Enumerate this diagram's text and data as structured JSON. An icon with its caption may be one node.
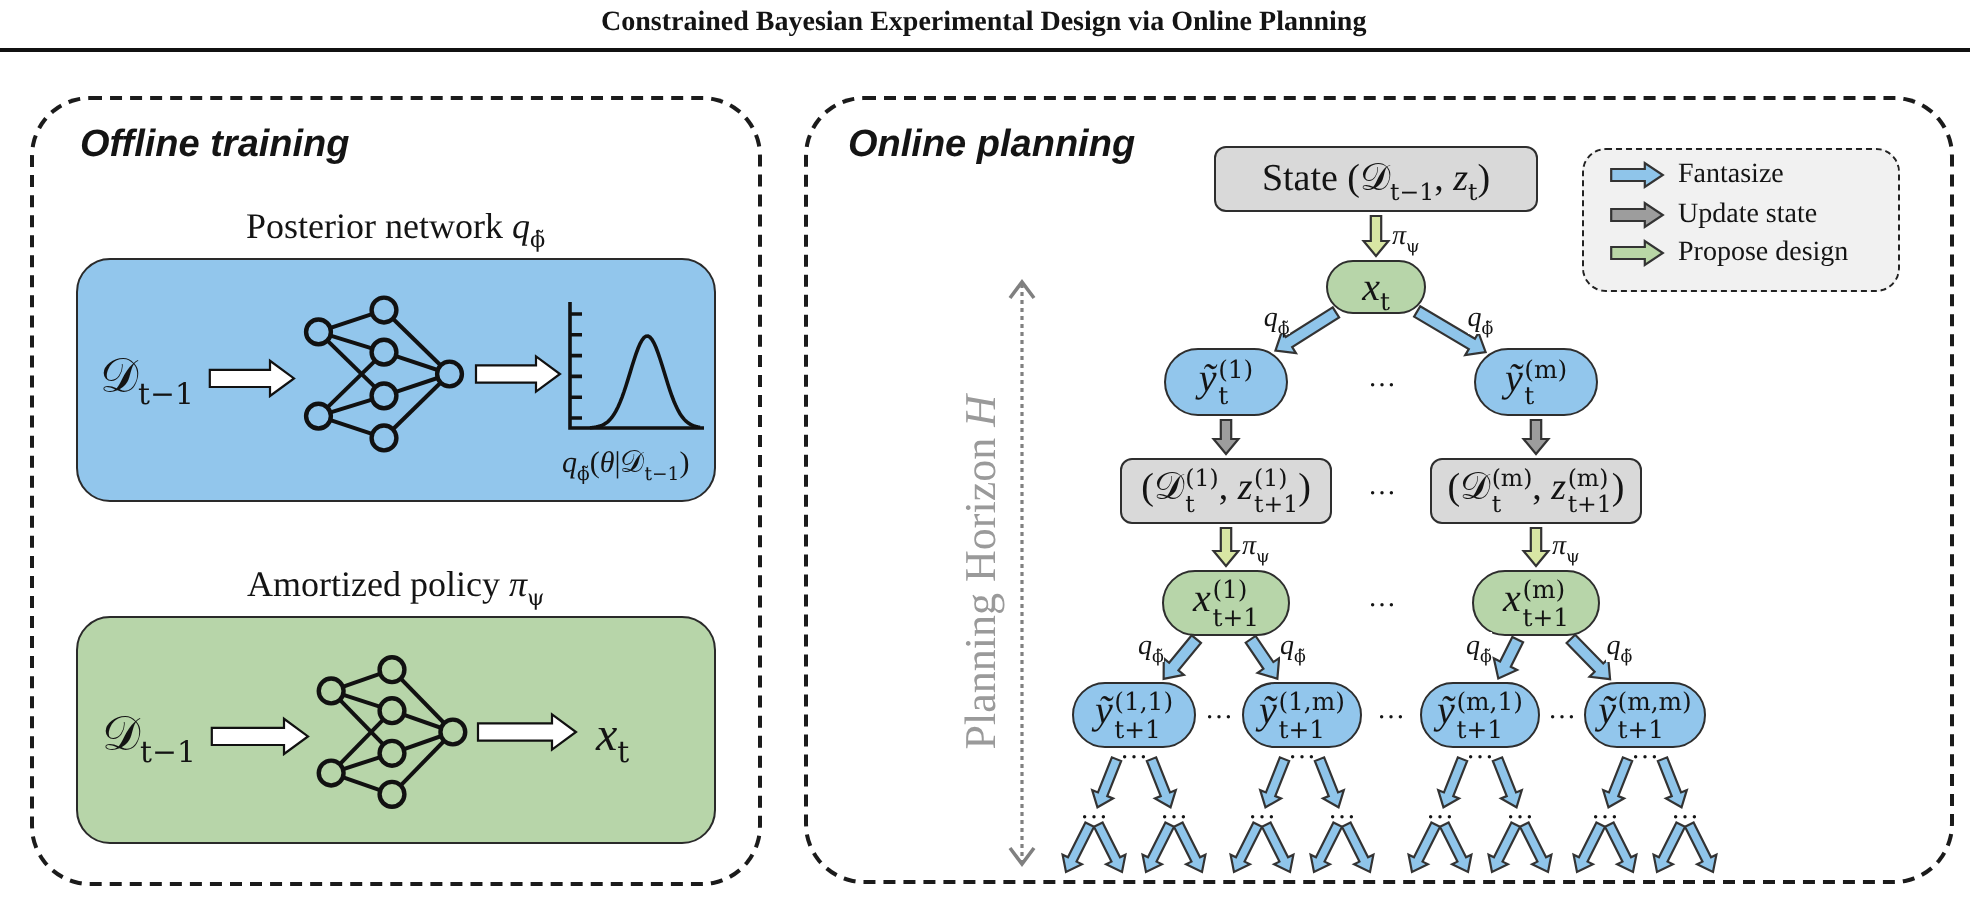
{
  "diagram": {
    "title": "Constrained Bayesian Experimental Design via Online Planning",
    "nodes": [
      {
        "text": [
          "Offline training"
        ]
      },
      {
        "text": [
          "Posterior network *q*$_{ϕ̃}$"
        ],
        "in": 0
      },
      {
        "text": [
          "𝒟$_{t−1}$"
        ],
        "in": 1
      },
      {
        "text": [],
        "shape": "picture",
        "in": 1
      },
      {
        "text": [],
        "shape": "picture",
        "in": 1,
        "beside": [
          "*q*$_{ϕ̃}$(*θ*|𝒟$_{t−1}$)"
        ]
      },
      {
        "text": [
          "Amortized policy *π*$_{ψ}$"
        ],
        "in": 0
      },
      {
        "text": [
          "𝒟$_{t−1}$"
        ],
        "in": 5
      },
      {
        "text": [],
        "shape": "picture",
        "in": 5
      },
      {
        "text": [
          "*x*$_{t}$"
        ],
        "in": 5
      },
      {
        "text": [
          "Online planning"
        ]
      },
      {
        "text": [
          "State (𝒟$_{t−1}$, *z*$_{t}$)"
        ],
        "in": 9
      },
      {
        "text": [
          "*x*$_{t}$"
        ],
        "in": 9
      },
      {
        "text": [
          "*ỹ*$_{t}$$^{(1)}$"
        ],
        "in": 9
      },
      {
        "text": [
          "*ỹ*$_{t}$$^{(m)}$"
        ],
        "in": 9
      },
      {
        "text": [
          "(𝒟$_{t}$$^{(1)}$, *z*$_{t+1}$$^{(1)}$)"
        ],
        "in": 9
      },
      {
        "text": [
          "(𝒟$_{t}$$^{(m)}$, *z*$_{t+1}$$^{(m)}$)"
        ],
        "in": 9
      },
      {
        "text": [
          "*x*$_{t+1}$$^{(1)}$"
        ],
        "in": 9
      },
      {
        "text": [
          "*x*$_{t+1}$$^{(m)}$"
        ],
        "in": 9
      },
      {
        "text": [
          "*ỹ*$_{t+1}$$^{(1,1)}$"
        ],
        "in": 9,
        "beside": [
          "…"
        ]
      },
      {
        "text": [
          "*ỹ*$_{t+1}$$^{(1,m)}$"
        ],
        "in": 9,
        "beside": [
          "…"
        ]
      },
      {
        "text": [
          "*ỹ*$_{t+1}$$^{(m,1)}$"
        ],
        "in": 9,
        "beside": [
          "…"
        ]
      },
      {
        "text": [
          "*ỹ*$_{t+1}$$^{(m,m)}$"
        ],
        "in": 9,
        "beside": [
          "…"
        ]
      },
      {
        "text": [
          "…"
        ],
        "in": 9
      },
      {
        "text": [
          "…"
        ],
        "in": 9
      },
      {
        "text": [
          "…"
        ],
        "in": 9
      },
      {
        "text": [
          "…"
        ],
        "in": 9
      },
      {
        "text": [
          "…"
        ],
        "in": 9
      },
      {
        "text": [
          "…"
        ],
        "in": 9
      },
      {
        "text": [
          "…"
        ],
        "in": 9
      },
      {
        "text": [
          "…"
        ],
        "in": 9
      }
    ],
    "edges": [
      {
        "from": 2,
        "to": 3,
        "arrow": "to",
        "color": "#ffffff"
      },
      {
        "from": 3,
        "to": 4,
        "arrow": "to",
        "color": "#ffffff"
      },
      {
        "from": 6,
        "to": 7,
        "arrow": "to",
        "color": "#ffffff"
      },
      {
        "from": 7,
        "to": 8,
        "arrow": "to",
        "color": "#ffffff"
      },
      {
        "from": 10,
        "to": 11,
        "arrow": "to",
        "label": "*π*$_{ψ}$",
        "color": "#d8e6a4"
      },
      {
        "from": 11,
        "to": 12,
        "arrow": "to",
        "label": "*q*$_{ϕ̃}$"
      },
      {
        "from": 11,
        "to": 13,
        "arrow": "to",
        "label": "*q*$_{ϕ̃}$"
      },
      {
        "from": 12,
        "to": 14,
        "arrow": "to",
        "color": "#9d9d9d"
      },
      {
        "from": 13,
        "to": 15,
        "arrow": "to",
        "color": "#9d9d9d"
      },
      {
        "from": 14,
        "to": 16,
        "arrow": "to",
        "label": "*π*$_{ψ}$",
        "color": "#d8e6a4"
      },
      {
        "from": 15,
        "to": 17,
        "arrow": "to",
        "label": "*π*$_{ψ}$",
        "color": "#d8e6a4"
      },
      {
        "from": 16,
        "to": 18,
        "arrow": "to",
        "label": "*q*$_{ϕ̃}$"
      },
      {
        "from": 16,
        "to": 19,
        "arrow": "to",
        "label": "*q*$_{ϕ̃}$"
      },
      {
        "from": 17,
        "to": 20,
        "arrow": "to",
        "label": "*q*$_{ϕ̃}$"
      },
      {
        "from": 17,
        "to": 21,
        "arrow": "to",
        "label": "*q*$_{ϕ̃}$"
      },
      {
        "from": 18,
        "to": 22,
        "arrow": "to"
      },
      {
        "from": 18,
        "to": 23,
        "arrow": "to"
      },
      {
        "from": 19,
        "to": 24,
        "arrow": "to"
      },
      {
        "from": 19,
        "to": 25,
        "arrow": "to"
      },
      {
        "from": 20,
        "to": 26,
        "arrow": "to"
      },
      {
        "from": 20,
        "to": 27,
        "arrow": "to"
      },
      {
        "from": 21,
        "to": 28,
        "arrow": "to"
      },
      {
        "from": 21,
        "to": 29,
        "arrow": "to"
      },
      {
        "from": 22,
        "to": null,
        "arrow": "to"
      },
      {
        "from": 22,
        "to": null,
        "arrow": "to"
      },
      {
        "from": 23,
        "to": null,
        "arrow": "to"
      },
      {
        "from": 23,
        "to": null,
        "arrow": "to"
      },
      {
        "from": 24,
        "to": null,
        "arrow": "to"
      },
      {
        "from": 24,
        "to": null,
        "arrow": "to"
      },
      {
        "from": 25,
        "to": null,
        "arrow": "to"
      },
      {
        "from": 25,
        "to": null,
        "arrow": "to"
      },
      {
        "from": 26,
        "to": null,
        "arrow": "to"
      },
      {
        "from": 26,
        "to": null,
        "arrow": "to"
      },
      {
        "from": 27,
        "to": null,
        "arrow": "to"
      },
      {
        "from": 27,
        "to": null,
        "arrow": "to"
      },
      {
        "from": 28,
        "to": null,
        "arrow": "to"
      },
      {
        "from": 28,
        "to": null,
        "arrow": "to"
      },
      {
        "from": 29,
        "to": null,
        "arrow": "to"
      },
      {
        "from": 29,
        "to": null,
        "arrow": "to"
      }
    ],
    "labels": [
      "Planning Horizon *H*",
      "…",
      "…",
      "…",
      "…",
      "…",
      "…"
    ],
    "legend": [
      {
        "text": "Fantasize",
        "color": "#8fc5ea"
      },
      {
        "text": "Update state",
        "color": "#9d9d9d"
      },
      {
        "text": "Propose design",
        "color": "#b9d7a6"
      }
    ]
  }
}
